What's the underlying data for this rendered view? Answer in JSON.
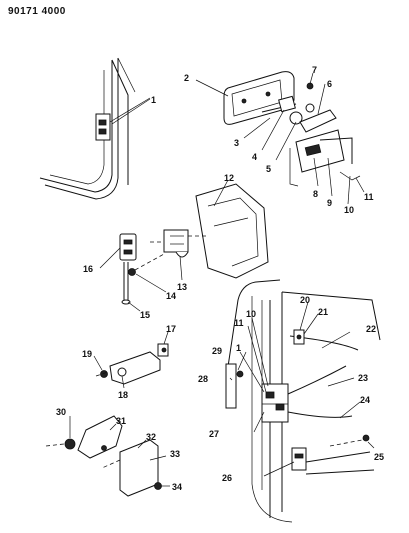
{
  "document": {
    "id": "90171 4000"
  },
  "callouts": {
    "c1": "1",
    "c2": "2",
    "c3": "3",
    "c4": "4",
    "c5": "5",
    "c6": "6",
    "c7": "7",
    "c8": "8",
    "c9": "9",
    "c10": "10",
    "c11": "11",
    "c12": "12",
    "c13": "13",
    "c14": "14",
    "c15": "15",
    "c16": "16",
    "c17": "17",
    "c18": "18",
    "c19": "19",
    "c20": "20",
    "c21": "21",
    "c22": "22",
    "c23": "23",
    "c24": "24",
    "c25": "25",
    "c26": "26",
    "c27": "27",
    "c28": "28",
    "c29": "29",
    "c30": "30",
    "c31": "31",
    "c32": "32",
    "c33": "33",
    "c34": "34",
    "c1b": "1",
    "c10b": "10",
    "c11b": "11"
  }
}
